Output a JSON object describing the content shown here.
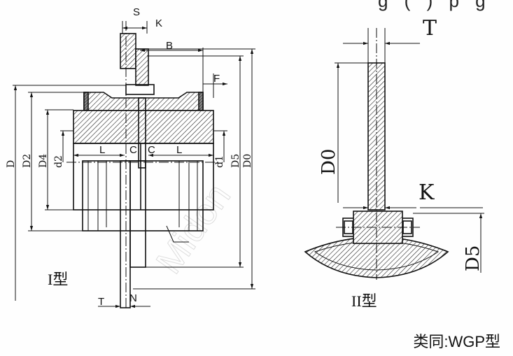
{
  "title_fragment": "g  (      )  p  g",
  "view_1": {
    "type_label": "I型",
    "dims": {
      "S": "S",
      "K": "K",
      "B": "B",
      "F": "F",
      "D": "D",
      "D2": "D2",
      "D4": "D4",
      "d2": "d2",
      "L_left": "L",
      "C_left": "C",
      "C_right": "C",
      "L_right": "L",
      "d1": "d1",
      "D5": "D5",
      "D0": "D0",
      "T": "T",
      "N": "N"
    }
  },
  "view_2": {
    "type_label": "II型",
    "dims": {
      "T": "T",
      "D0": "D0",
      "K": "K",
      "D5": "D5"
    }
  },
  "caption": "类同:WGP型",
  "watermark": "Midon"
}
